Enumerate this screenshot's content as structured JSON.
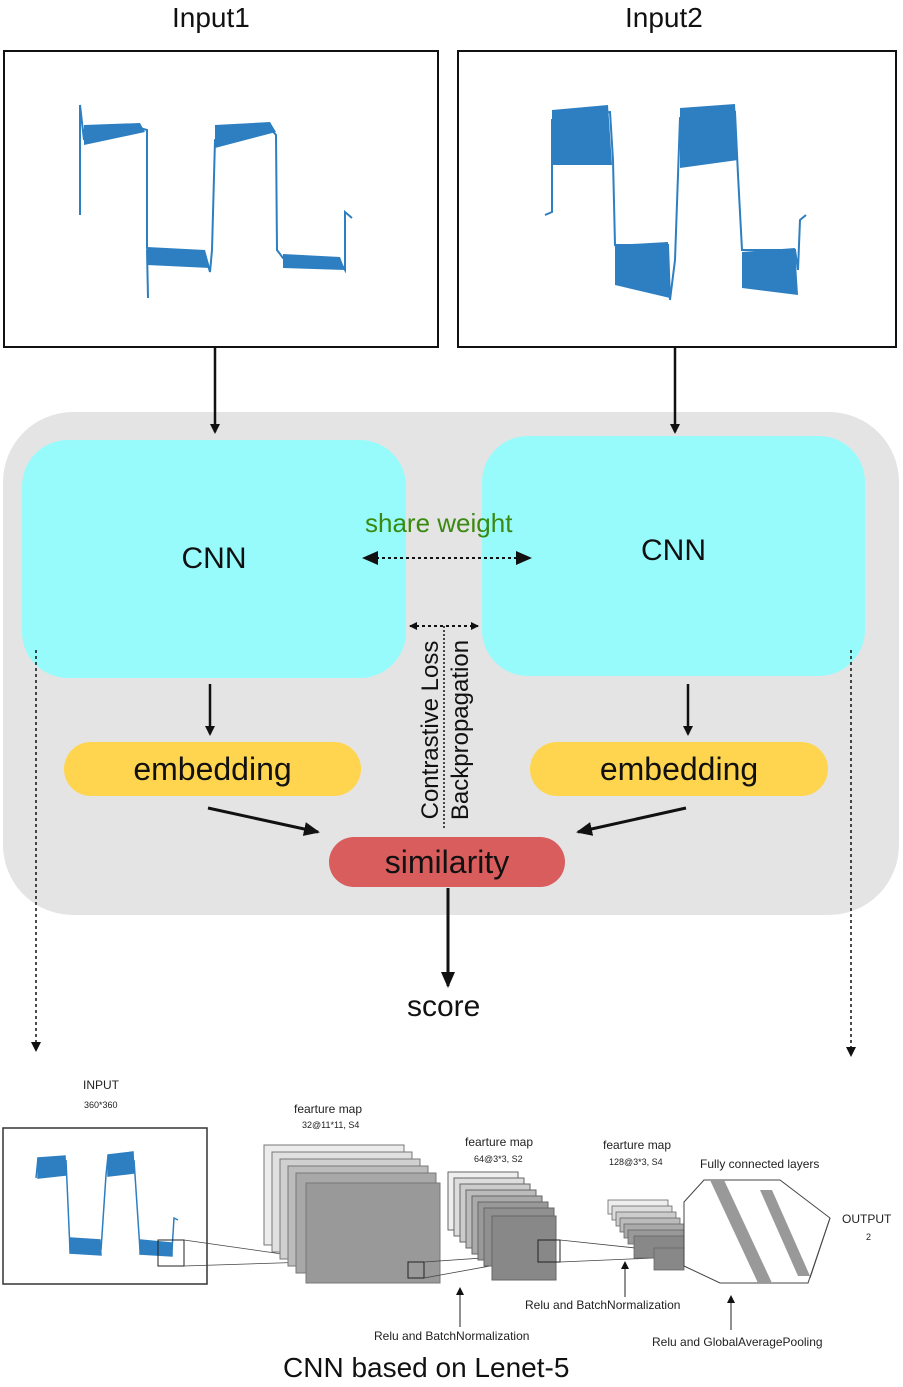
{
  "inputs": [
    {
      "label": "Input1"
    },
    {
      "label": "Input2"
    }
  ],
  "siamese": {
    "cnn_left": "CNN",
    "cnn_right": "CNN",
    "share_weight": "share weight",
    "contrastive_loss": "Contrastive Loss",
    "backpropagation": "Backpropagation",
    "embedding_left": "embedding",
    "embedding_right": "embedding",
    "similarity": "similarity",
    "score": "score"
  },
  "lenet": {
    "input_label": "INPUT",
    "input_size": "360*360",
    "fm1_label": "fearture map",
    "fm1_size": "32@11*11, S4",
    "fm2_label": "fearture map",
    "fm2_size": "64@3*3, S2",
    "fm3_label": "fearture map",
    "fm3_size": "128@3*3, S4",
    "fc_label": "Fully connected layers",
    "output_label": "OUTPUT",
    "output_size": "2",
    "relu1": "Relu and BatchNormalization",
    "relu2": "Relu and BatchNormalization",
    "relu3": "Relu and GlobalAveragePooling",
    "caption": "CNN based on Lenet-5"
  },
  "colors": {
    "signal": "#2d7fc1",
    "cnn": "#98fbfb",
    "embedding": "#ffd54f",
    "similarity": "#d95d5d",
    "panel": "#e4e4e4",
    "share_weight": "#3a8a12"
  }
}
